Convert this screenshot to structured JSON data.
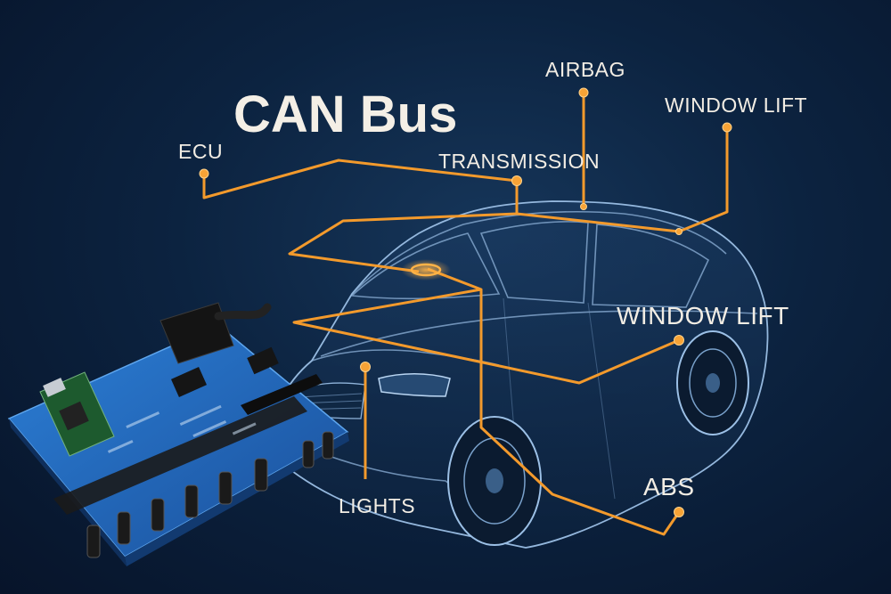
{
  "title": "CAN Bus",
  "labels": {
    "ecu": "ECU",
    "transmission": "TRANSMISSION",
    "airbag": "AIRBAG",
    "window_lift_top": "WINDOW LIFT",
    "window_lift_mid": "WINDOW LIFT",
    "lights": "LIGHTS",
    "abs": "ABS"
  },
  "colors": {
    "bus_line": "#f39a2c",
    "background": "#0c2340",
    "board": "#1f63b8"
  }
}
